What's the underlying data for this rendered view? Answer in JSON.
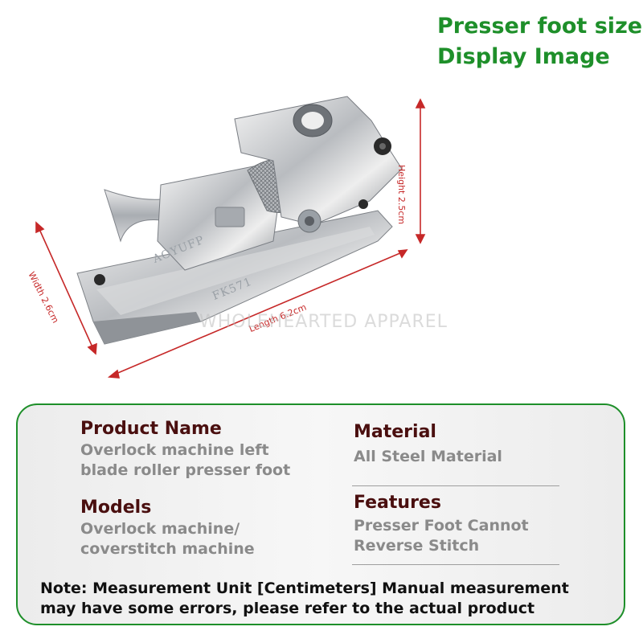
{
  "headline": {
    "line1": "Presser foot size",
    "line2": "Display Image",
    "color": "#1e8f2a"
  },
  "dimensions": {
    "height": "Height 2.5cm",
    "width": "Width 2.6cm",
    "length": "Length 6.2cm",
    "color": "#c62828"
  },
  "engravings": {
    "brand": "AOYUFP",
    "model": "FK571"
  },
  "watermark": "WHOLEHEARTED APPAREL",
  "info": {
    "product_name": {
      "label": "Product Name",
      "value_line1": "Overlock machine left",
      "value_line2": "blade roller presser foot"
    },
    "material": {
      "label": "Material",
      "value": "All Steel Material"
    },
    "models": {
      "label": "Models",
      "value_line1": "Overlock machine/",
      "value_line2": "coverstitch machine"
    },
    "features": {
      "label": "Features",
      "value_line1": "Presser Foot Cannot",
      "value_line2": "Reverse Stitch"
    },
    "note_line1": "Note: Measurement Unit [Centimeters] Manual measurement",
    "note_line2": "may have some errors, please refer to the actual product"
  }
}
